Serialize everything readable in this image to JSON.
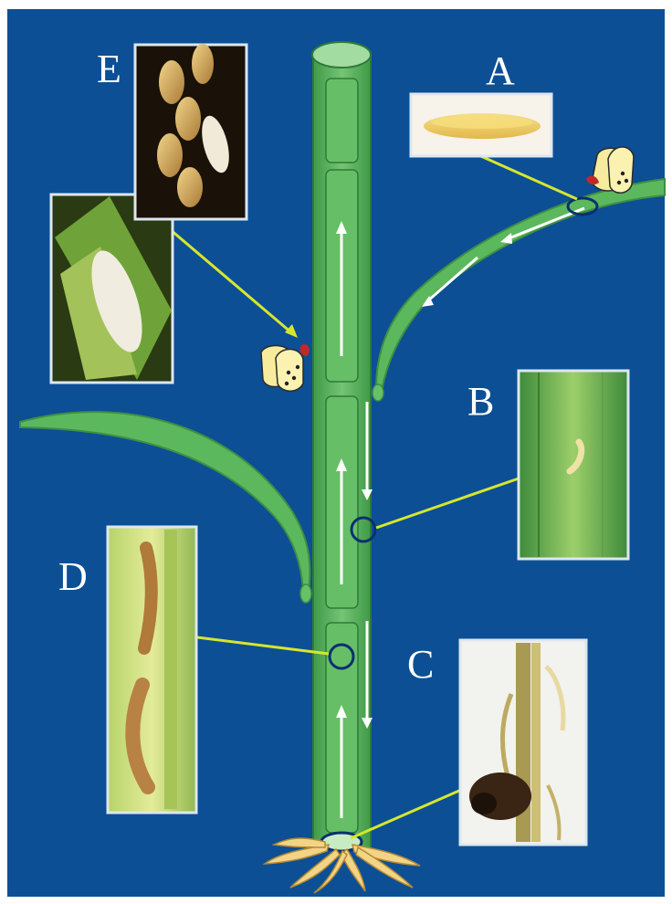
{
  "labels": {
    "a": "A",
    "b": "B",
    "c": "C",
    "d": "D",
    "e": "E"
  },
  "colors": {
    "background": "#0c4f95",
    "stem": "#5fb45f",
    "leaf": "#5cb85c",
    "leader_line": "#d6e62e",
    "marker_circle": "#0a2f70",
    "frame": "#dde7ee"
  },
  "photos": {
    "a": "egg-mass",
    "b": "young-larva-on-leaf-sheath",
    "c": "damaged-stem-base",
    "d": "larvae-inside-stem",
    "e_top": "moth-on-rice-panicle",
    "e_bottom": "moth-on-leaf"
  }
}
